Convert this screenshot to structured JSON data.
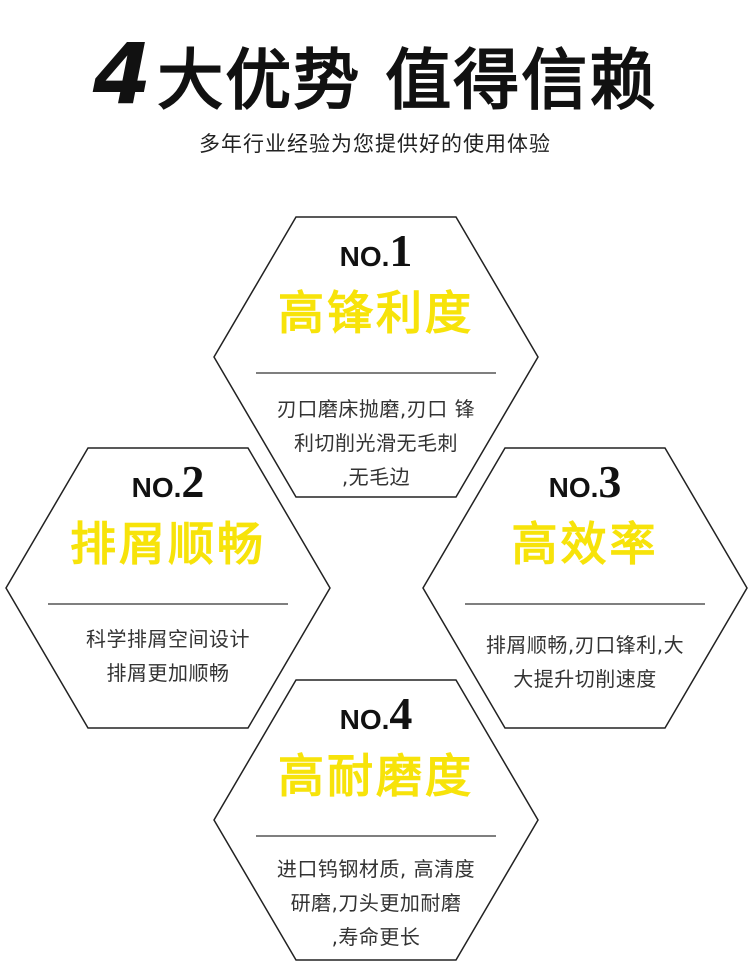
{
  "header": {
    "title_number": "4",
    "title_part1": "大优势",
    "title_part2": "值得信赖",
    "subtitle": "多年行业经验为您提供好的使用体验"
  },
  "cards": [
    {
      "no_prefix": "NO.",
      "no_digit": "1",
      "title": "高锋利度",
      "desc": [
        "刃口磨床抛磨,刃口 锋",
        "利切削光滑无毛刺",
        ",无毛边"
      ]
    },
    {
      "no_prefix": "NO.",
      "no_digit": "2",
      "title": "排屑顺畅",
      "desc": [
        "科学排屑空间设计",
        "排屑更加顺畅"
      ]
    },
    {
      "no_prefix": "NO.",
      "no_digit": "3",
      "title": "高效率",
      "desc": [
        "排屑顺畅,刃口锋利,大",
        "大提升切削速度"
      ]
    },
    {
      "no_prefix": "NO.",
      "no_digit": "4",
      "title": "高耐磨度",
      "desc": [
        "进口钨钢材质, 高清度",
        "研磨,刀头更加耐磨",
        ",寿命更长"
      ]
    }
  ],
  "colors": {
    "title_yellow": "#f7e30a",
    "text_dark": "#111111",
    "outline": "#222222"
  }
}
